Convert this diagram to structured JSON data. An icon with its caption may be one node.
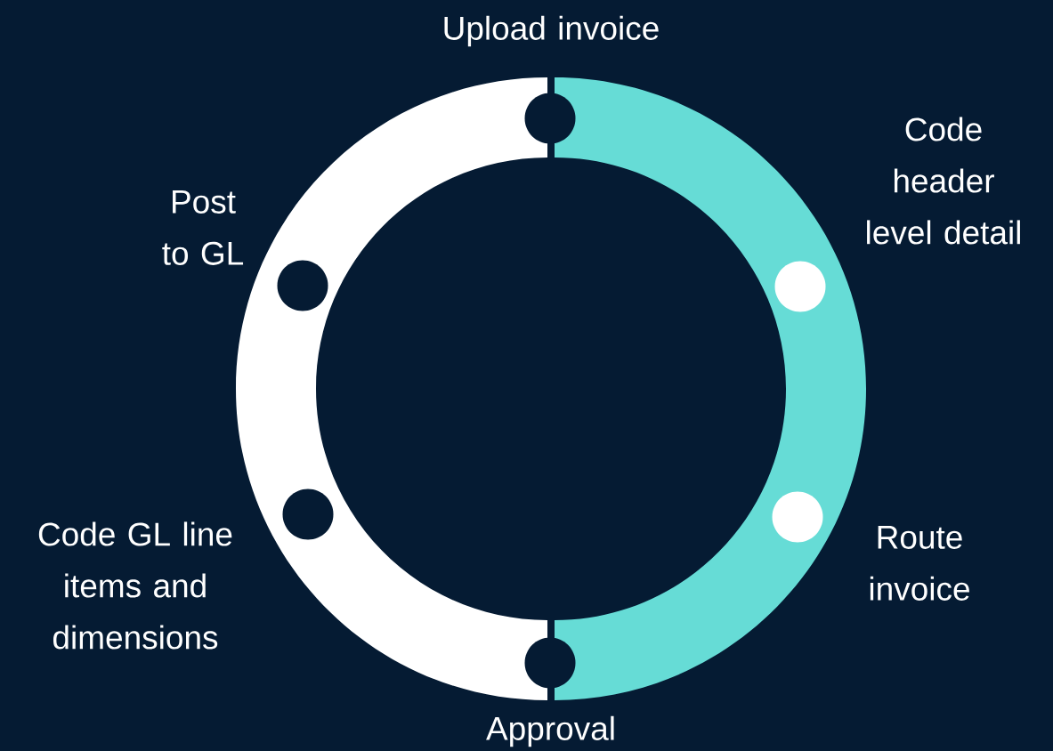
{
  "diagram": {
    "nodes": [
      {
        "text": [],
        "shape": "circle",
        "beside": [
          "Upload invoice"
        ]
      },
      {
        "text": [],
        "shape": "circle",
        "beside": [
          "Code header level detail"
        ]
      },
      {
        "text": [],
        "shape": "circle",
        "beside": [
          "Route invoice"
        ]
      },
      {
        "text": [],
        "shape": "circle",
        "beside": [
          "Approval"
        ]
      },
      {
        "text": [],
        "shape": "circle",
        "beside": [
          "Code GL line items and dimensions"
        ]
      },
      {
        "text": [],
        "shape": "circle",
        "beside": [
          "Post to GL"
        ]
      }
    ]
  }
}
